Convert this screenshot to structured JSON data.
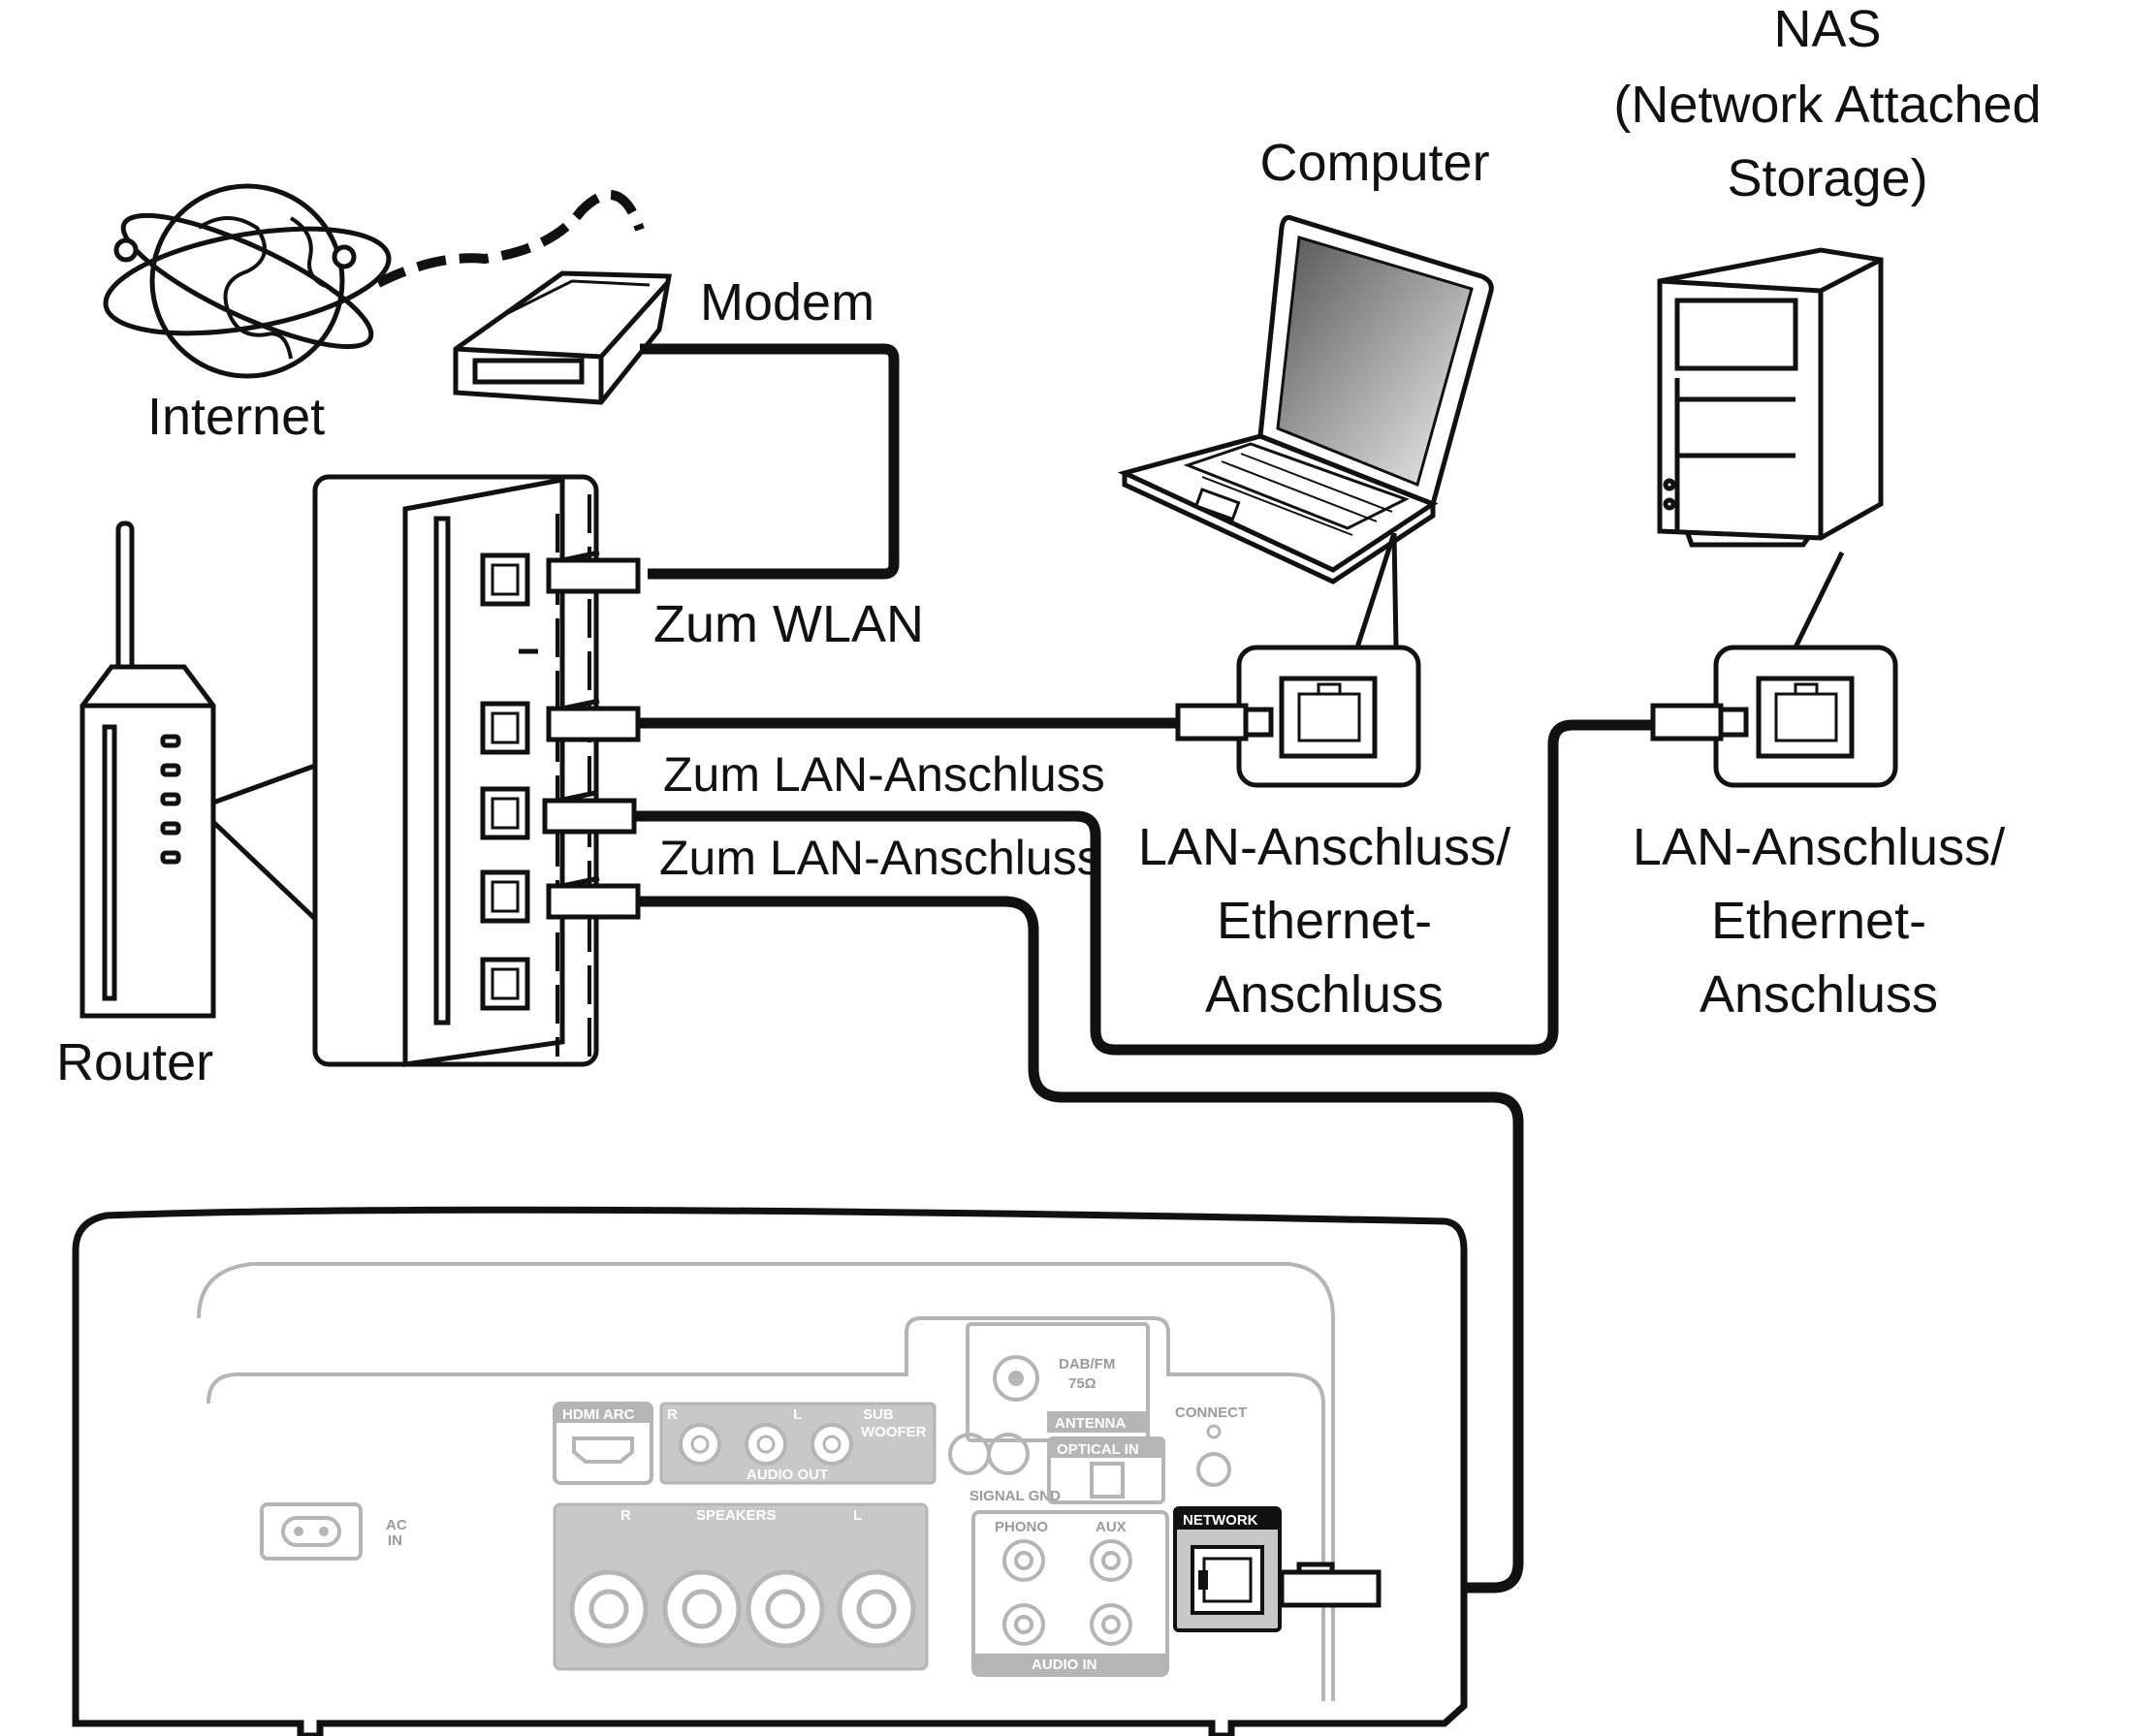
{
  "labels": {
    "nas": "NAS",
    "nas_full_1": "(Network Attached",
    "nas_full_2": "Storage)",
    "computer": "Computer",
    "modem": "Modem",
    "internet": "Internet",
    "router": "Router",
    "to_wlan": "Zum WLAN",
    "to_lan_1": "Zum LAN-Anschluss",
    "to_lan_2": "Zum LAN-Anschluss",
    "computer_port_1": "LAN-Anschluss/",
    "computer_port_2": "Ethernet-",
    "computer_port_3": "Anschluss",
    "nas_port_1": "LAN-Anschluss/",
    "nas_port_2": "Ethernet-",
    "nas_port_3": "Anschluss"
  },
  "rear_panel": {
    "hdmi_arc": "HDMI ARC",
    "r": "R",
    "l": "L",
    "sub": "SUB",
    "woofer": "WOOFER",
    "audio_out": "AUDIO OUT",
    "dab_fm": "DAB/FM",
    "ohm": "75Ω",
    "antenna": "ANTENNA",
    "connect": "CONNECT",
    "optical_in": "OPTICAL IN",
    "signal_gnd": "SIGNAL GND",
    "ac": "AC",
    "in": "IN",
    "speakers": "SPEAKERS",
    "phono": "PHONO",
    "aux": "AUX",
    "audio_in": "AUDIO IN",
    "network": "NETWORK"
  },
  "colors": {
    "line": "#111111",
    "faded": "#b5b5b5",
    "panel_fill": "#c8c8c8"
  }
}
